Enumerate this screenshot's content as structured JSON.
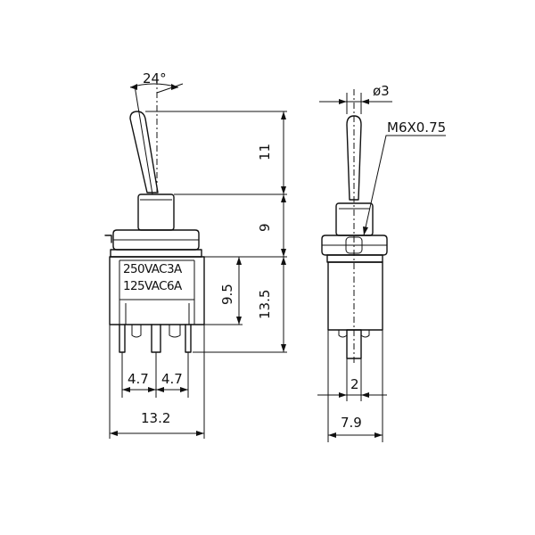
{
  "front_view": {
    "ratings": [
      "250VAC3A",
      "125VAC6A"
    ],
    "dimensions": {
      "angle": "24°",
      "lever_length": "11",
      "bushing_height": "9",
      "body_height": "13.5",
      "rating_area_height": "9.5",
      "pin_pitch_left": "4.7",
      "pin_pitch_right": "4.7",
      "body_width": "13.2"
    }
  },
  "side_view": {
    "dimensions": {
      "lever_diameter": "ø3",
      "thread": "M6X0.75",
      "pin_width": "2",
      "body_depth": "7.9"
    }
  }
}
